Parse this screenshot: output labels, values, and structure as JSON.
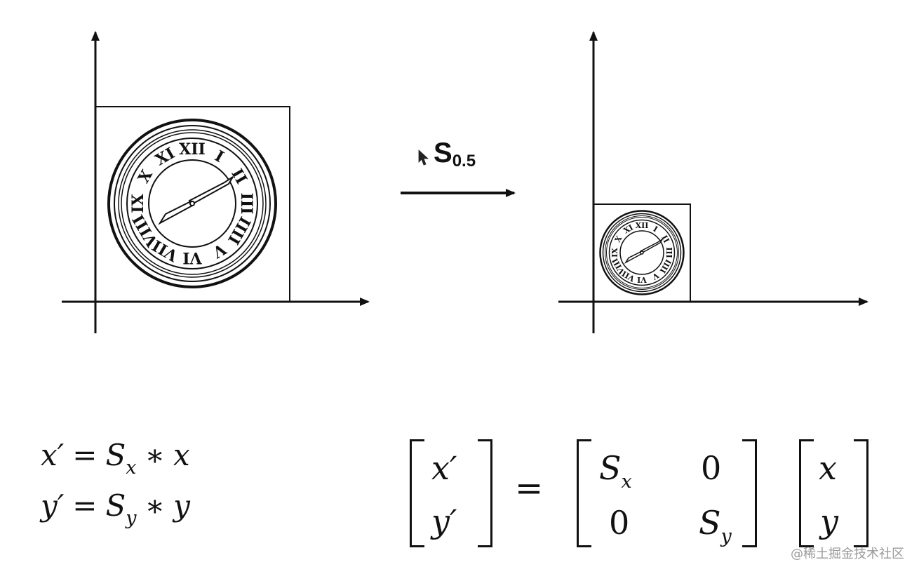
{
  "transform": {
    "label_main": "S",
    "label_sub": "0.5"
  },
  "equations": {
    "x_prime": "x′",
    "y_prime": "y′",
    "equals": "=",
    "S": "S",
    "sub_x": "x",
    "sub_y": "y",
    "times": "∗",
    "x": "x",
    "y": "y"
  },
  "matrix": {
    "lhs": [
      "x′",
      "y′"
    ],
    "entries": [
      [
        "S",
        "0"
      ],
      [
        "0",
        "S"
      ]
    ],
    "entry_subscripts": [
      [
        "x",
        ""
      ],
      [
        "",
        "y"
      ]
    ],
    "rhs": [
      "x",
      "y"
    ],
    "equals": "="
  },
  "clock_numerals": [
    "XII",
    "I",
    "II",
    "III",
    "IIII",
    "V",
    "VI",
    "VII",
    "VIII",
    "IX",
    "X",
    "XI"
  ],
  "watermark": "@稀土掘金技术社区",
  "icons": {
    "cursor": "mouse-pointer-icon"
  }
}
